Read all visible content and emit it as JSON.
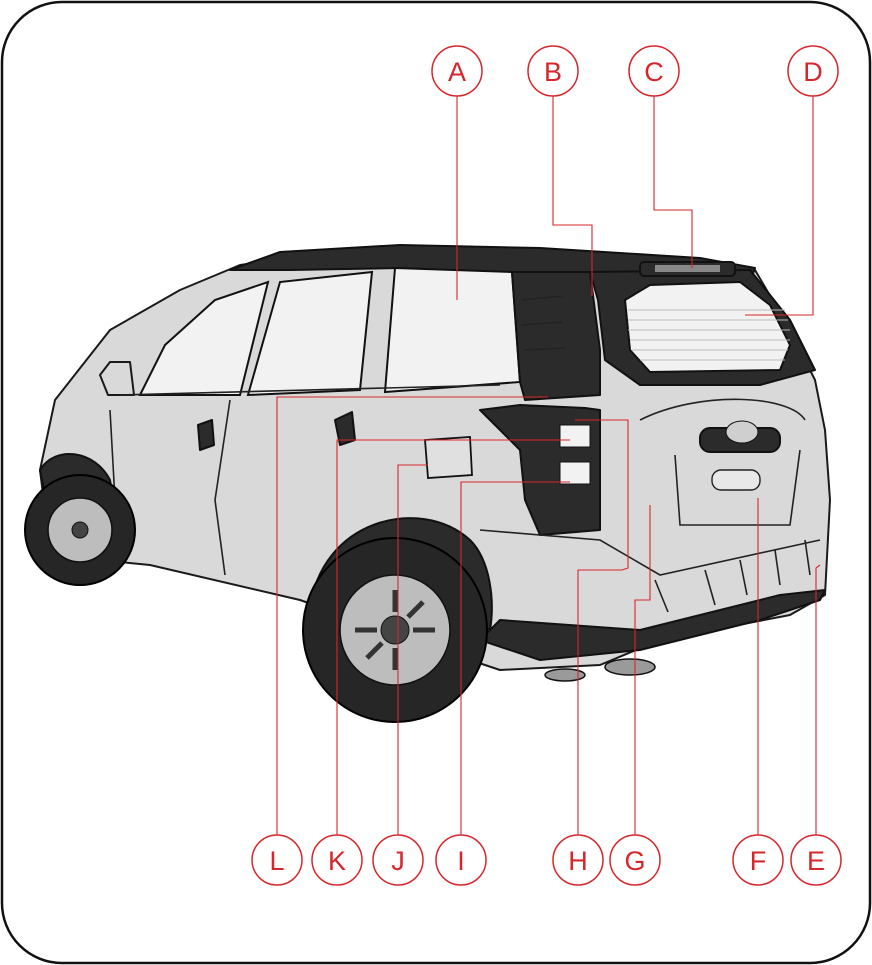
{
  "callouts": [
    {
      "id": "A",
      "label": "A"
    },
    {
      "id": "B",
      "label": "B"
    },
    {
      "id": "C",
      "label": "C"
    },
    {
      "id": "D",
      "label": "D"
    },
    {
      "id": "E",
      "label": "E"
    },
    {
      "id": "F",
      "label": "F"
    },
    {
      "id": "G",
      "label": "G"
    },
    {
      "id": "H",
      "label": "H"
    },
    {
      "id": "I",
      "label": "I"
    },
    {
      "id": "J",
      "label": "J"
    },
    {
      "id": "K",
      "label": "K"
    },
    {
      "id": "L",
      "label": "L"
    }
  ],
  "colors": {
    "callout": "#d7262b",
    "body": "#d9d9d9",
    "trim": "#2b2b2b"
  }
}
